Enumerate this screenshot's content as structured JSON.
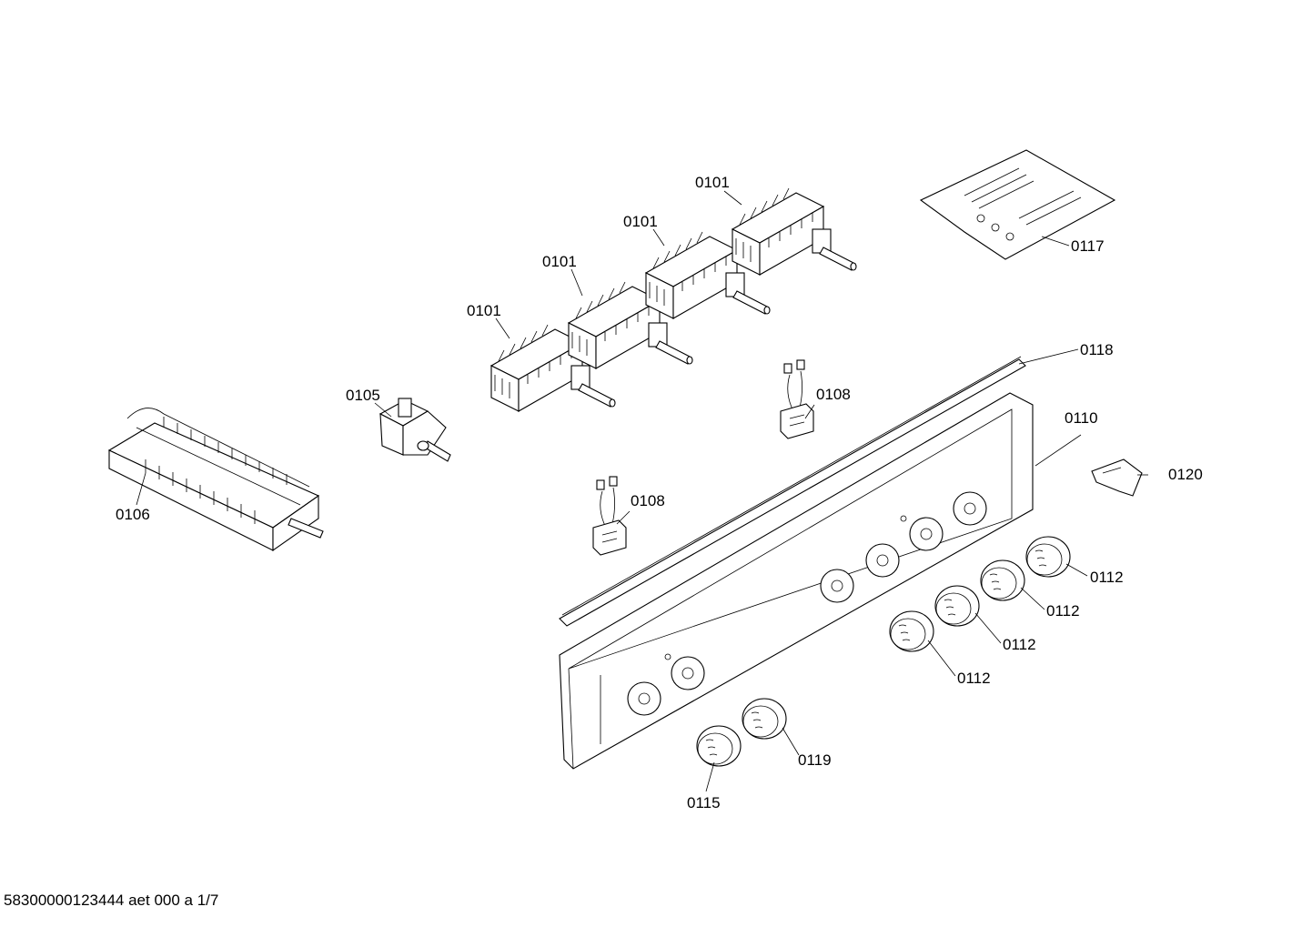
{
  "callouts": {
    "c0101a": "0101",
    "c0101b": "0101",
    "c0101c": "0101",
    "c0101d": "0101",
    "c0105": "0105",
    "c0106": "0106",
    "c0108a": "0108",
    "c0108b": "0108",
    "c0110": "0110",
    "c0112a": "0112",
    "c0112b": "0112",
    "c0112c": "0112",
    "c0112d": "0112",
    "c0115": "0115",
    "c0117": "0117",
    "c0118": "0118",
    "c0119": "0119",
    "c0120": "0120"
  },
  "footer": "58300000123444 aet 000 a 1/7"
}
